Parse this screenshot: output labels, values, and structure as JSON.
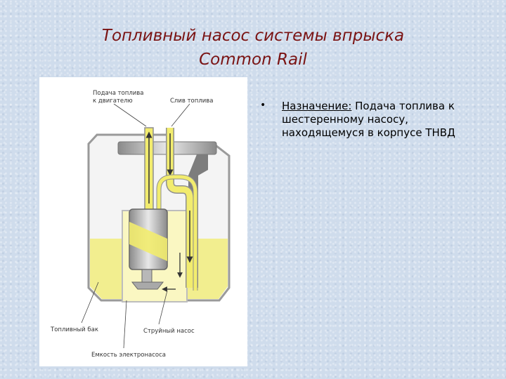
{
  "slide": {
    "title_line1": "Топливный насос системы впрыска",
    "title_line2": "Common Rail",
    "title_color": "#7a1313"
  },
  "figure": {
    "labels": {
      "supply_to_engine_line1": "Подача топлива",
      "supply_to_engine_line2": "к двигателю",
      "fuel_return": "Слив топлива",
      "fuel_tank": "Топливный бак",
      "jet_pump": "Струйный насос",
      "pump_reservoir": "Емкость электронасоса"
    },
    "fuel_color": "#f2ec6e"
  },
  "bullets": [
    {
      "term": "Назначение:",
      "text": " Подача топлива к шестеренному насосу, находящемуся в корпусе ТНВД"
    }
  ]
}
